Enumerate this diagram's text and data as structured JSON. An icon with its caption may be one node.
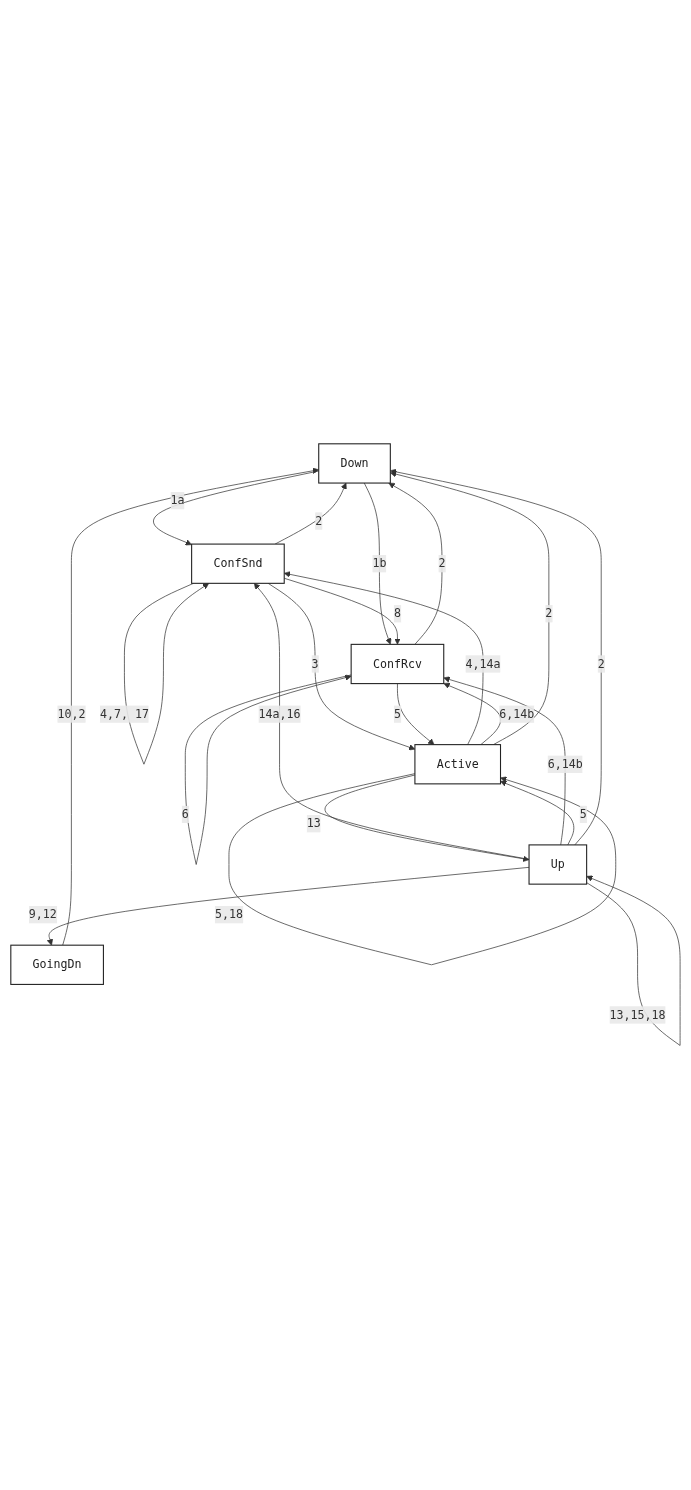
{
  "diagram": {
    "nodes": [
      {
        "text": [
          "Down"
        ]
      },
      {
        "text": [
          "ConfSnd"
        ]
      },
      {
        "text": [
          "ConfRcv"
        ]
      },
      {
        "text": [
          "GoingDn"
        ]
      },
      {
        "text": [
          "Active"
        ]
      },
      {
        "text": [
          "Up"
        ]
      }
    ],
    "edges": [
      {
        "from": 0,
        "to": 1,
        "arrow": "to",
        "label": "1a"
      },
      {
        "from": 1,
        "to": 0,
        "arrow": "to",
        "label": "2"
      },
      {
        "from": 0,
        "to": 2,
        "arrow": "to",
        "label": "1b"
      },
      {
        "from": 1,
        "to": 1,
        "arrow": "to",
        "label": "4,7, 17"
      },
      {
        "from": 1,
        "to": 2,
        "arrow": "to",
        "label": "8"
      },
      {
        "from": 1,
        "to": 4,
        "arrow": "to",
        "label": "3"
      },
      {
        "from": 4,
        "to": 1,
        "arrow": "to",
        "label": "4,14a"
      },
      {
        "from": 5,
        "to": 1,
        "arrow": "to",
        "label": "14a,16"
      },
      {
        "from": 2,
        "to": 2,
        "arrow": "to",
        "label": "6"
      },
      {
        "from": 2,
        "to": 0,
        "arrow": "to",
        "label": "2"
      },
      {
        "from": 2,
        "to": 4,
        "arrow": "to",
        "label": "5"
      },
      {
        "from": 4,
        "to": 2,
        "arrow": "to",
        "label": "6,14b"
      },
      {
        "from": 5,
        "to": 2,
        "arrow": "to",
        "label": "6,14b"
      },
      {
        "from": 4,
        "to": 4,
        "arrow": "to",
        "label": "5,18"
      },
      {
        "from": 4,
        "to": 0,
        "arrow": "to",
        "label": "2"
      },
      {
        "from": 4,
        "to": 5,
        "arrow": "to",
        "label": "13"
      },
      {
        "from": 5,
        "to": 4,
        "arrow": "to",
        "label": "5"
      },
      {
        "from": 5,
        "to": 5,
        "arrow": "to",
        "label": "13,15,18"
      },
      {
        "from": 5,
        "to": 0,
        "arrow": "to",
        "label": "2"
      },
      {
        "from": 5,
        "to": 3,
        "arrow": "to",
        "label": "9,12"
      },
      {
        "from": 3,
        "to": 0,
        "arrow": "to",
        "label": "10,2"
      }
    ]
  }
}
